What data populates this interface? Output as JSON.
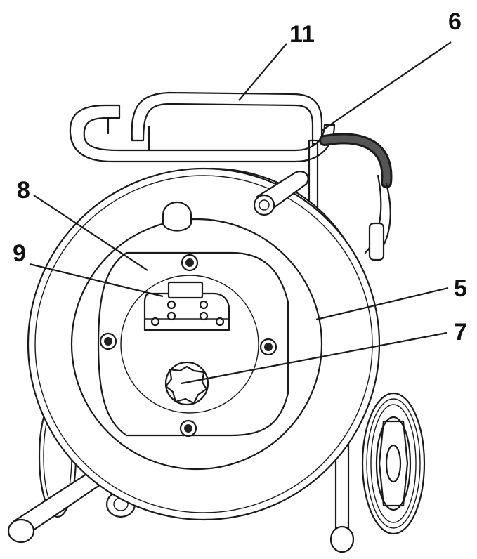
{
  "figure": {
    "callouts": [
      {
        "id": "callout-11",
        "text": "11"
      },
      {
        "id": "callout-6",
        "text": "6"
      },
      {
        "id": "callout-8",
        "text": "8"
      },
      {
        "id": "callout-9",
        "text": "9"
      },
      {
        "id": "callout-5",
        "text": "5"
      },
      {
        "id": "callout-7",
        "text": "7"
      }
    ]
  }
}
